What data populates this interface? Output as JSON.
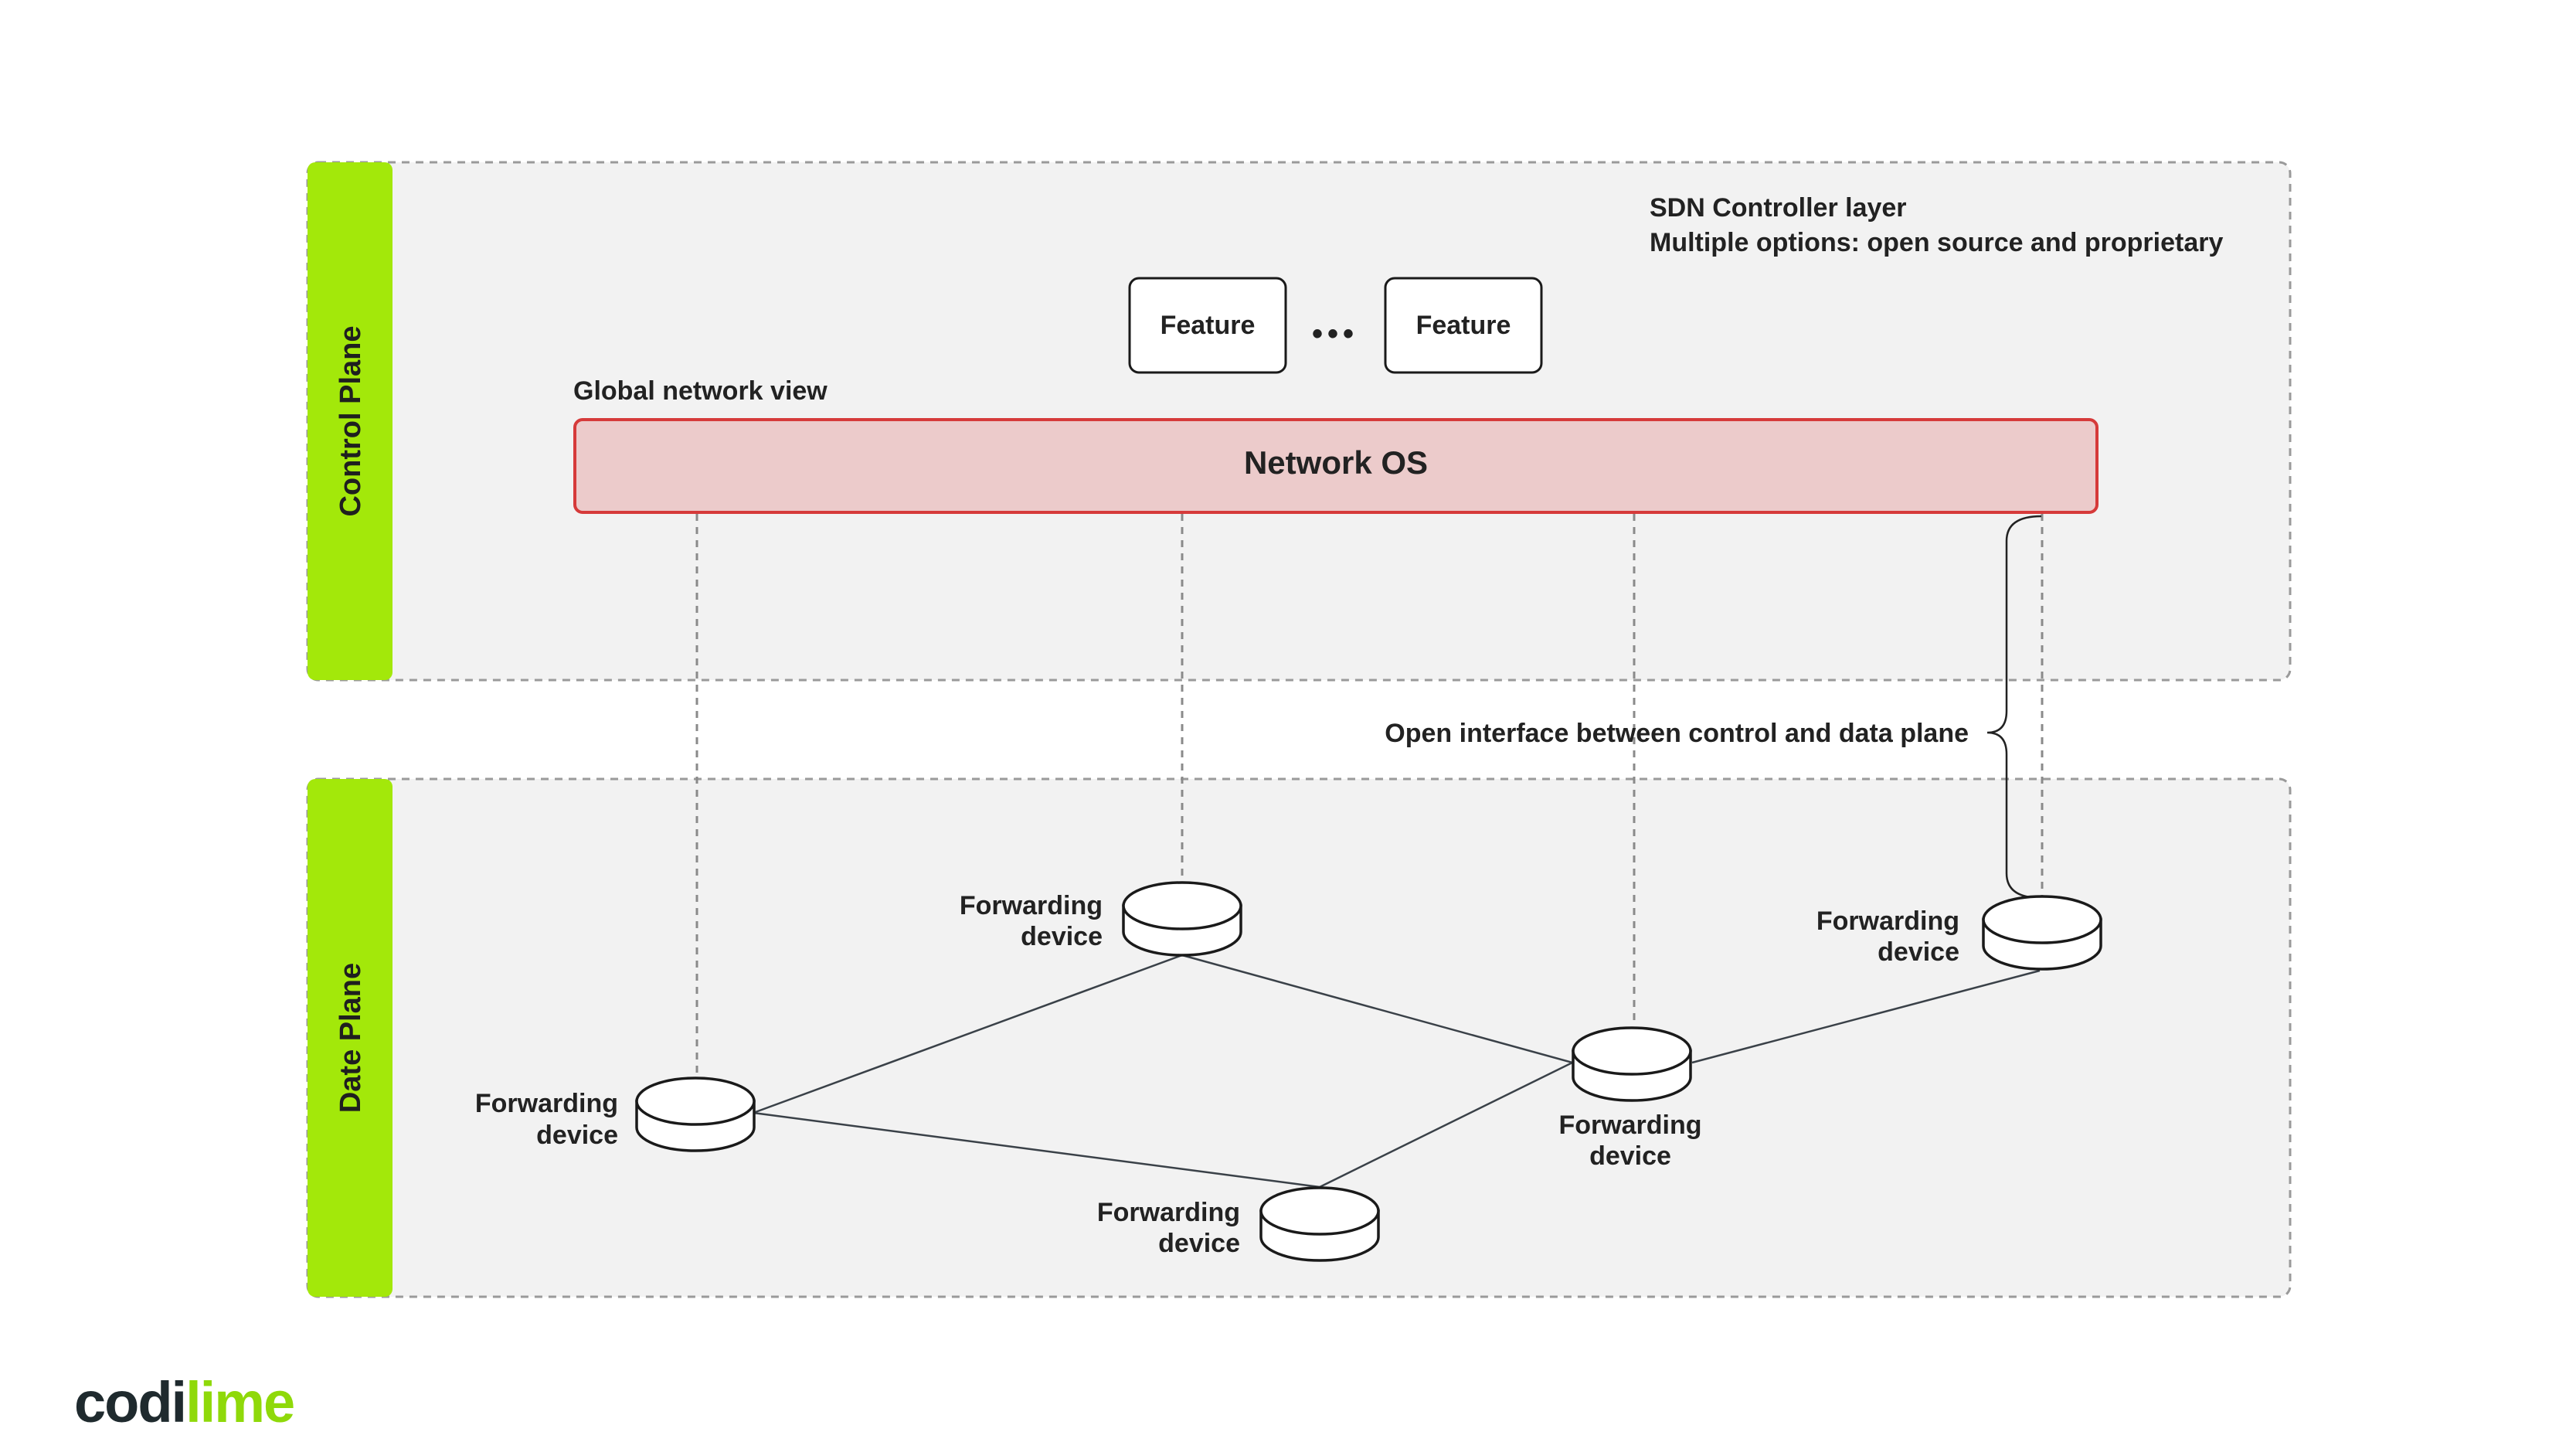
{
  "control_plane": {
    "band_label": "Control Plane",
    "title_line1": "SDN Controller layer",
    "title_line2": "Multiple options: open source and proprietary",
    "features": [
      "Feature",
      "Feature"
    ],
    "ellipsis": "•••",
    "global_view_label": "Global network view",
    "network_os_label": "Network OS"
  },
  "interface_label": "Open interface between control and data plane",
  "data_plane": {
    "band_label": "Date Plane",
    "devices": [
      {
        "line1": "Forwarding",
        "line2": "device"
      },
      {
        "line1": "Forwarding",
        "line2": "device"
      },
      {
        "line1": "Forwarding",
        "line2": "device"
      },
      {
        "line1": "Forwarding",
        "line2": "device"
      },
      {
        "line1": "Forwarding",
        "line2": "device"
      }
    ]
  },
  "logo": {
    "part1": "codi",
    "part2": "lime"
  },
  "colors": {
    "accent_green": "#a3e80a",
    "network_os_fill": "#eccbcb",
    "network_os_stroke": "#d63a3a",
    "panel_fill": "#f2f2f2"
  }
}
